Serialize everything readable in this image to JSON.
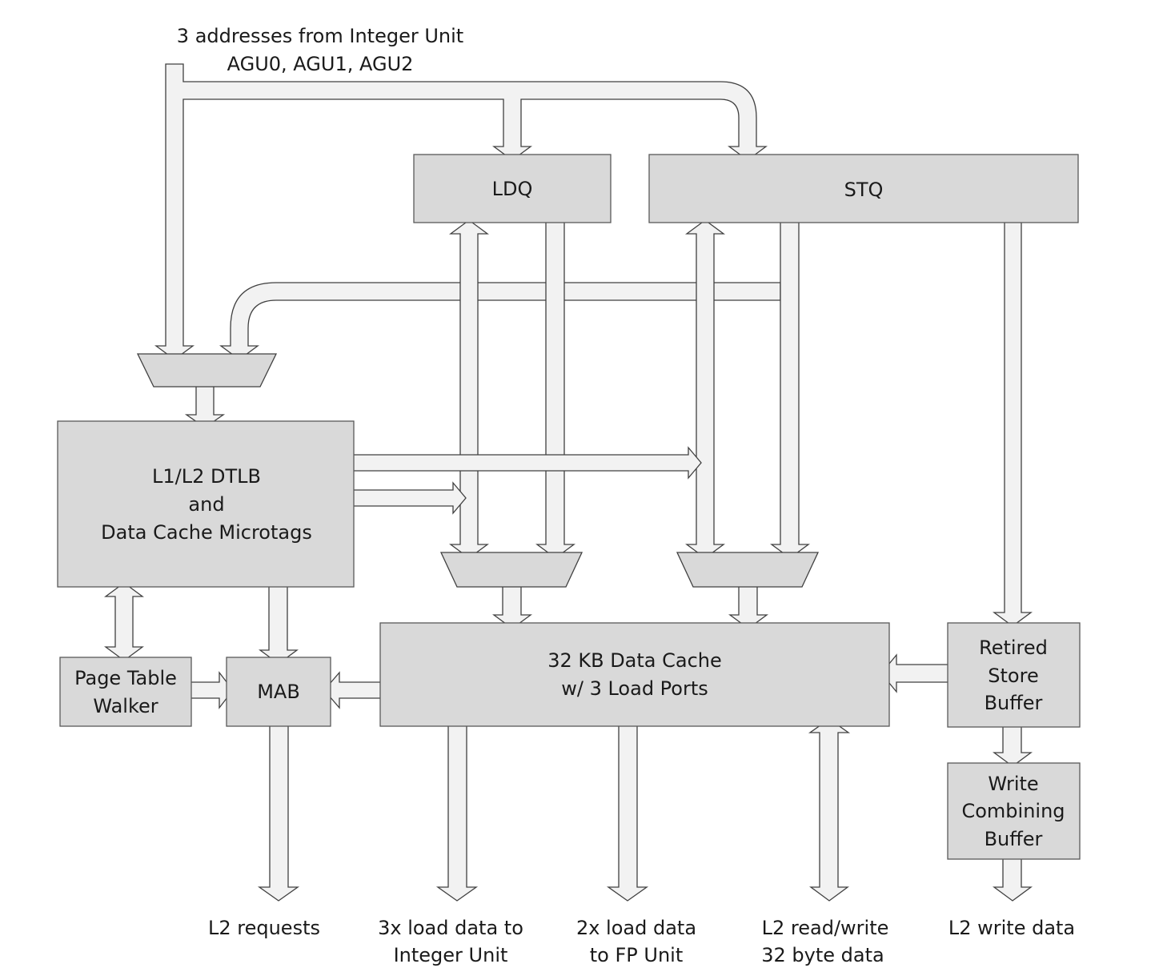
{
  "inputs": {
    "line1": "3 addresses from Integer Unit",
    "line2": "AGU0, AGU1, AGU2"
  },
  "blocks": {
    "ldq": "LDQ",
    "stq": "STQ",
    "dtlb": [
      "L1/L2 DTLB",
      "and",
      "Data Cache Microtags"
    ],
    "page_table_walker": [
      "Page Table",
      "Walker"
    ],
    "mab": "MAB",
    "data_cache": [
      "32 KB Data Cache",
      "w/ 3 Load Ports"
    ],
    "retired_store_buffer": [
      "Retired",
      "Store",
      "Buffer"
    ],
    "write_combining_buffer": [
      "Write",
      "Combining",
      "Buffer"
    ]
  },
  "outputs": {
    "l2_requests": "L2 requests",
    "load_int": [
      "3x load data to",
      "Integer Unit"
    ],
    "load_fp": [
      "2x load data",
      "to FP Unit"
    ],
    "l2_rw": [
      "L2 read/write",
      "32 byte data"
    ],
    "l2_write": "L2 write data"
  }
}
